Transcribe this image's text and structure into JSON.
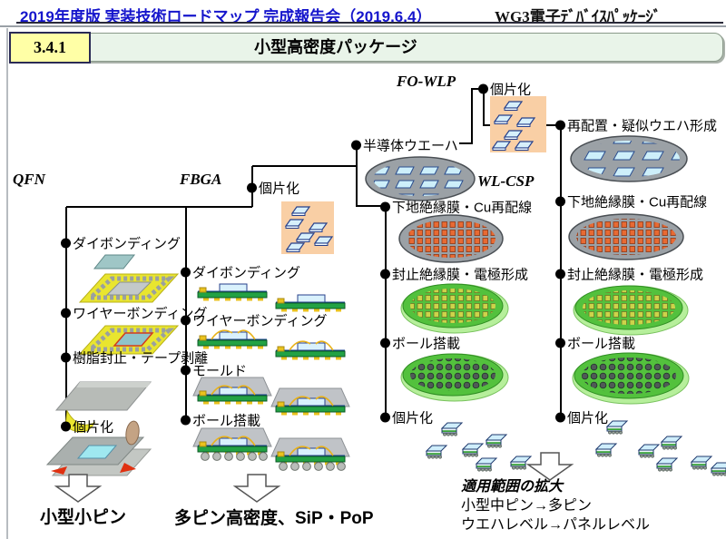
{
  "header": {
    "title": "2019年度版 実装技術ロードマップ 完成報告会（2019.6.4）",
    "group": "WG3電子ﾃﾞﾊﾞｲｽﾊﾟｯｹｰｼﾞ"
  },
  "section": {
    "number": "3.4.1",
    "title": "小型高密度パッケージ"
  },
  "diagram": {
    "root_label": "半導体ウエーハ",
    "branch_step": "個片化",
    "columns": [
      {
        "label": "QFN",
        "steps": [
          "ダイボンディング",
          "ワイヤーボンディング",
          "樹脂封止・テープ剥離",
          "個片化"
        ],
        "result": "小型小ピン"
      },
      {
        "label": "FBGA",
        "steps": [
          "ダイボンディング",
          "ワイヤーボンディング",
          "モールド",
          "ボール搭載"
        ],
        "result": "多ピン高密度、SiP・PoP"
      },
      {
        "label": "WL-CSP",
        "steps": [
          "下地絶縁膜・Cu再配線",
          "封止絶縁膜・電極形成",
          "ボール搭載",
          "個片化"
        ]
      },
      {
        "label": "FO-WLP",
        "pre_step": "個片化",
        "steps": [
          "再配置・疑似ウエハ形成",
          "下地絶縁膜・Cu再配線",
          "封止絶縁膜・電極形成",
          "ボール搭載",
          "個片化"
        ]
      }
    ],
    "note": {
      "title": "適用範囲の拡大",
      "lines": [
        "小型中ピン→多ピン",
        "ウエハレベル→パネルレベル"
      ]
    }
  },
  "icons": {
    "wafer": "wafer-ellipse",
    "die": "singulated-die",
    "package": "csp-package",
    "arrow": "down-arrow"
  },
  "colors": {
    "header_blue": "#1515cc",
    "section_yellow": "#ffffa6",
    "section_green": "#e9f4e9",
    "orange_tray": "#f9cfa5",
    "wafer_gray": "#9ba1a6",
    "die_blue": "#cdeffa",
    "wafer_green": "#53c13d",
    "wafer_green_rim": "#b6ef9b",
    "bump_orange": "#e86a33",
    "bump_yellow": "#cdd34a",
    "ball_gray": "#4f5a56",
    "substrate_green": "#22a244",
    "leadframe_yellow": "#e9e52f"
  }
}
